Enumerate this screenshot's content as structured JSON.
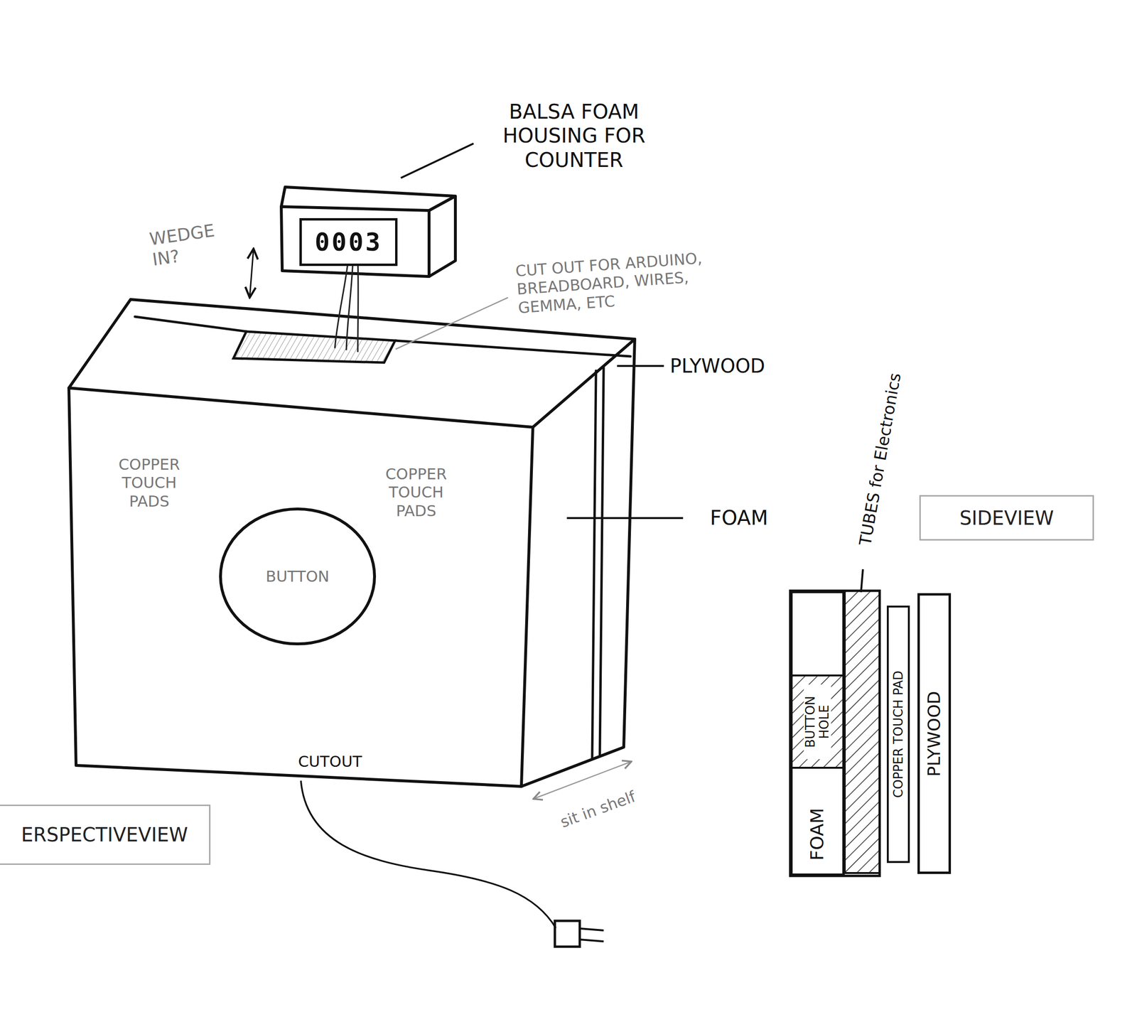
{
  "diagram": {
    "nodes": [
      {
        "text": [
          "0003"
        ]
      },
      {
        "text": [
          "BUTTON"
        ]
      },
      {
        "text": [
          "ERSPECTIVEVIEW"
        ]
      },
      {
        "text": [
          "SIDEVIEW"
        ]
      },
      {
        "text": [
          "FOAM"
        ]
      },
      {
        "text": [
          "BUTTON HOLE"
        ],
        "in": 4
      },
      {
        "text": [
          "COPPER TOUCH PAD"
        ]
      },
      {
        "text": [
          "PLYWOOD"
        ]
      }
    ],
    "labels": [
      "BALSA FOAM HOUSING FOR COUNTER",
      "WEDGE IN?",
      "CUT OUT FOR ARDUINO, BREADBOARD, WIRES, GEMMA, ETC",
      "PLYWOOD",
      "FOAM",
      "COPPER TOUCH PADS",
      "COPPER TOUCH PADS",
      "CUTOUT",
      "sit in shelf",
      "TUBES for Electronics"
    ]
  }
}
